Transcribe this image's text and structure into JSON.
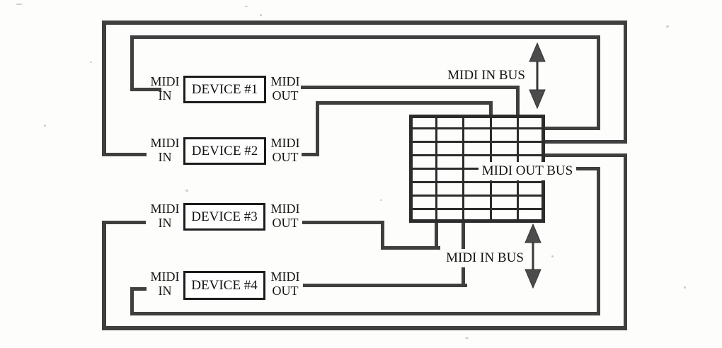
{
  "devices": [
    {
      "name": "DEVICE #1",
      "in_label": {
        "top": "MIDI",
        "bottom": "IN"
      },
      "out_label": {
        "top": "MIDI",
        "bottom": "OUT"
      }
    },
    {
      "name": "DEVICE #2",
      "in_label": {
        "top": "MIDI",
        "bottom": "IN"
      },
      "out_label": {
        "top": "MIDI",
        "bottom": "OUT"
      }
    },
    {
      "name": "DEVICE #3",
      "in_label": {
        "top": "MIDI",
        "bottom": "IN"
      },
      "out_label": {
        "top": "MIDI",
        "bottom": "OUT"
      }
    },
    {
      "name": "DEVICE #4",
      "in_label": {
        "top": "MIDI",
        "bottom": "IN"
      },
      "out_label": {
        "top": "MIDI",
        "bottom": "OUT"
      }
    }
  ],
  "buses": {
    "in_bus_top": "MIDI IN BUS",
    "out_bus": "MIDI OUT BUS",
    "in_bus_bottom": "MIDI IN BUS"
  },
  "matrix": {
    "rows": 8,
    "cols": 5
  },
  "colors": {
    "wire": "#3f3f3f",
    "grid": "#2c2c2c",
    "ink": "#1c1c1c",
    "text": "#141414",
    "arrow": "#4c4c4c",
    "paper": "#fdfdfb"
  }
}
